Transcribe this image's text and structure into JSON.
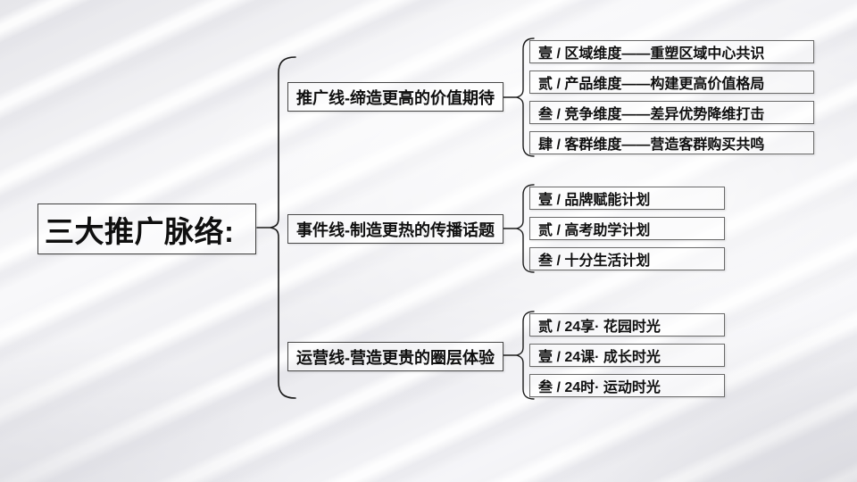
{
  "slide": {
    "main": {
      "title": "三大推广脉络:"
    },
    "branches": [
      {
        "label": "推广线-缔造更高的价值期待",
        "items": [
          "壹 / 区域维度——重塑区域中心共识",
          "贰 / 产品维度——构建更高价值格局",
          "叁 / 竞争维度——差异优势降维打击",
          "肆 / 客群维度——营造客群购买共鸣"
        ]
      },
      {
        "label": "事件线-制造更热的传播话题",
        "items": [
          "壹 / 品牌赋能计划",
          "贰 / 高考助学计划",
          "叁 / 十分生活计划"
        ]
      },
      {
        "label": "运营线-营造更贵的圈层体验",
        "items": [
          "贰 / 24享· 花园时光",
          "壹 / 24课· 成长时光",
          "叁 / 24时· 运动时光"
        ]
      }
    ],
    "colors": {
      "connector_line": "#1b1b1b",
      "box_border": "#565656",
      "text": "#0f0f0f",
      "background_base": "#eeeef1"
    }
  }
}
